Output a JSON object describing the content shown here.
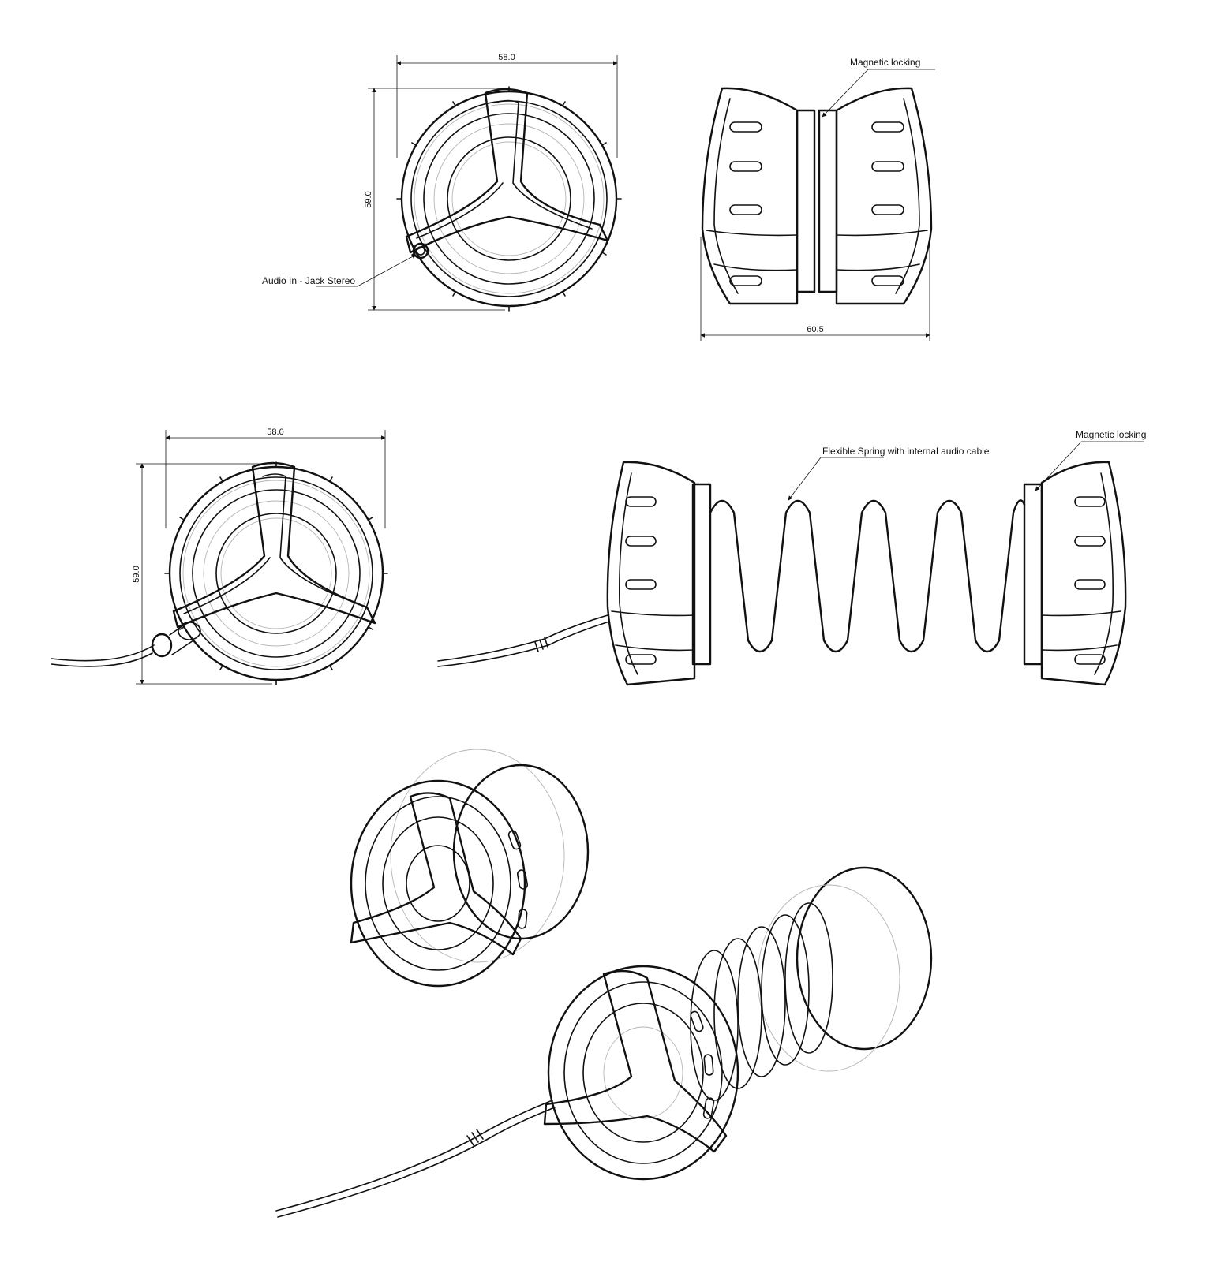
{
  "dimensions": {
    "front_width": "58.0",
    "front_height": "59.0",
    "side_width": "60.5",
    "cable_view_width": "58.0",
    "cable_view_height": "59.0"
  },
  "callouts": {
    "audio_in": "Audio In - Jack Stereo",
    "magnetic_locking_top": "Magnetic locking",
    "flexible_spring": "Flexible Spring with internal audio cable",
    "magnetic_locking_spring": "Magnetic locking"
  }
}
